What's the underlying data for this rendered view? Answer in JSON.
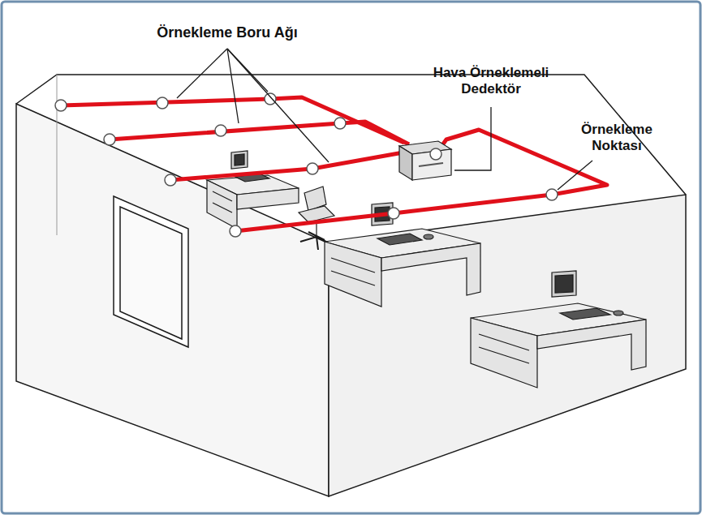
{
  "diagram": {
    "labels": [
      "Örnekleme Boru Ağı",
      "Hava Örneklemeli Dedektör",
      "Örnekleme Noktası"
    ]
  }
}
